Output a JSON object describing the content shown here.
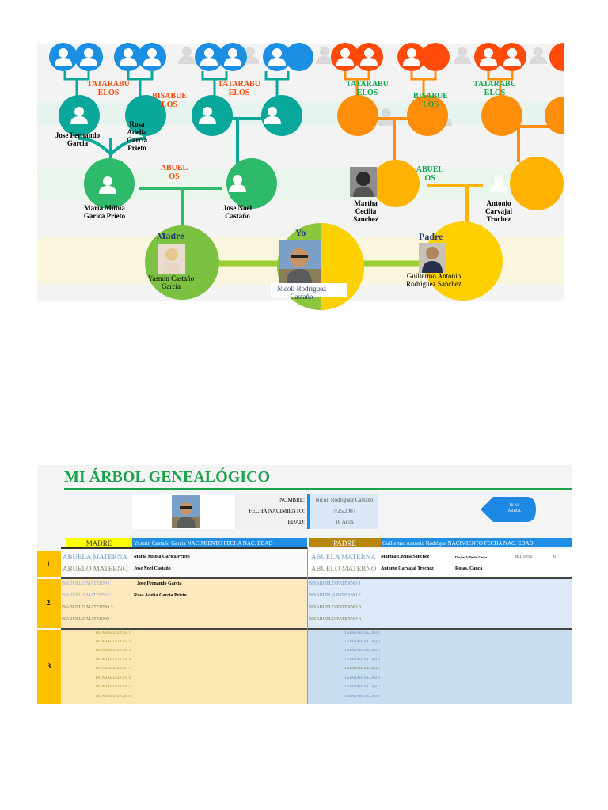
{
  "tree": {
    "titles": {
      "tatarabuelos_1": "TATARABU\nELOS",
      "bisabuelos_1": "BISABUE\nLOS",
      "tatarabuelos_2": "TATARABU\nELOS",
      "tatarabuelos_3": "TATARABU\nELOS",
      "bisabuelos_2": "BISABUE\nLOS",
      "tatarabuelos_4": "TATARABU\nELOS",
      "abuelos_1": "ABUEL\nOS",
      "abuelos_2": "ABUEL\nOS"
    },
    "people": {
      "jose_fernando": "Jose Fernando\nGarcia",
      "rosa_adelia": "Rosa\nAdelia\nGarcia\nPrieto",
      "maria_milbia": "Maria Milbia\nGarica Prieto",
      "jose_noel": "Jose Noel\nCastaño",
      "martha": "Martha\nCecilia\nSanchez",
      "antonio": "Antonio\nCarvajal\nTrochez",
      "yasmin": "Yasmin Castaño\nGarcia",
      "nicoll": "Nicoll Rodriguez\nCastaño",
      "guillermo": "Guillermo Antonio\nRodriguez Sanchez"
    },
    "roles": {
      "madre": "Madre",
      "yo": "Yo",
      "padre": "Padre"
    },
    "colors": {
      "blue": "#1a8fe3",
      "red": "#ff4a0a",
      "teal": "#0aa89b",
      "orange": "#ff8f0a",
      "green": "#2fb96b",
      "amber": "#ffb300",
      "lime": "#7cc142",
      "yellow": "#ffd000"
    }
  },
  "sheet": {
    "title": "MI ÁRBOL GENEALÓGICO",
    "fields": {
      "nombre_label": "NOMBRE:",
      "nombre": "Nicoll Rodriguez Castaño",
      "fecha_label": "FECHA NACIMIENTO:",
      "fecha": "7/25/2007",
      "edad_label": "EDAD:",
      "edad": "16 Años"
    },
    "go_button": "IR AL\nÁRBOL",
    "madre_header": "MADRE",
    "madre_header_detail": "Yasmin Castaño Garcia  NACIMIENTO  FECHA NAC.    EDAD",
    "padre_header": "PADRE",
    "padre_header_detail": "Guillermo Antonio Rodrigue  NACIMIENTO    FECHA NAC.   EDAD",
    "section_numbers": [
      "1.",
      "2.",
      "3"
    ],
    "abuelos_materno": [
      {
        "label": "ABUELA MATERNA",
        "value": "Maria Milbia Garica Prieto"
      },
      {
        "label": "ABUELO MATERNO",
        "value": "Jose Noel Castaño"
      }
    ],
    "abuelos_paterno": [
      {
        "label": "ABUELA MATERNA",
        "value": "Martha Cecilia Sanchez",
        "place": "Darien, Valle del Cauca",
        "date": "8/1/1956",
        "age": "67"
      },
      {
        "label": "ABUELO MATERNO",
        "value": "Antonio Carvajal Trochez",
        "place": "Rosas, Cauca",
        "date": "",
        "age": ""
      }
    ],
    "bisabuelos_materno": [
      {
        "label": "ISABUELO MATERNO 1",
        "value": "Jose Fernando Garcia"
      },
      {
        "label": "ISABUELA MATERNO 2",
        "value": "Rosa Adelia Garcia Prieto"
      },
      {
        "label": "ISABUELO MATERNO 3",
        "value": ""
      },
      {
        "label": "ISABUELO MATERNO 4",
        "value": ""
      }
    ],
    "bisabuelos_paterno": [
      {
        "label": "BISABUELO PATERNO 1"
      },
      {
        "label": "BISABUELA PATERNO 2"
      },
      {
        "label": "BISABUELO PATERNO 3"
      },
      {
        "label": "BISABUELO PATERNO 4"
      }
    ],
    "tatarabuelos_materno": [
      "TATARABUELO(a) 1",
      "TATARABUELO(a) 2",
      "TATARABUELO(a) 3",
      "TATARABUELO(a) 4",
      "TATARABUELO(a) 5",
      "TATARABUELO(a) 6",
      "TATARABUELO(a) 7",
      "TATARABUELO(a) 8"
    ],
    "tatarabuelos_paterno": [
      "TATARABUELO(a) 1",
      "TATARABUELO(a) 2",
      "TATARABUELO(a) 3",
      "TATARABUELO(a) 4",
      "TATARABUELO(a) 5",
      "TATARABUELO(a) 6",
      "TATARABUELO(a) 7",
      "TATARABUELO(a) 8"
    ]
  }
}
